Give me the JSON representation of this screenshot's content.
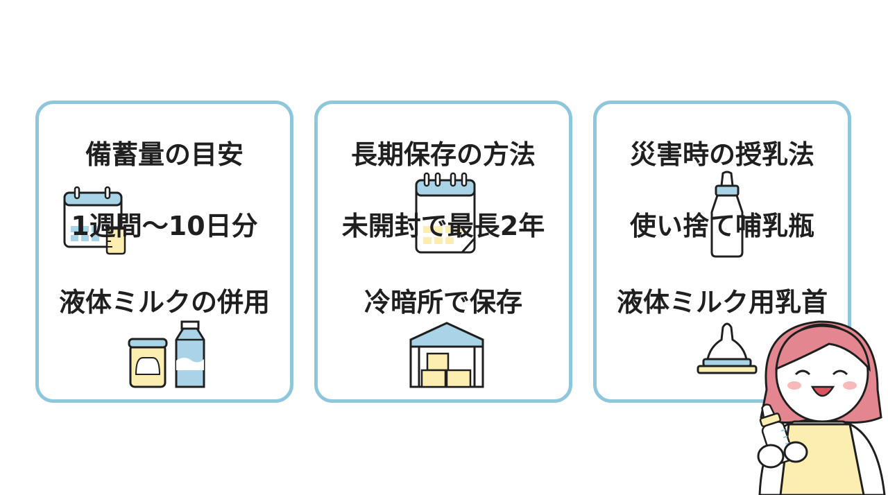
{
  "cards": [
    {
      "title": "備蓄量の目安",
      "line1": "1週間〜10日分",
      "line2": "液体ミルクの併用",
      "icons": [
        "calendar-measuring-cup-icon",
        "formula-can-icon",
        "milk-carton-icon"
      ]
    },
    {
      "title": "長期保存の方法",
      "line1": "未開封で最長2年",
      "line2": "冷暗所で保存",
      "icons": [
        "calendar-icon",
        "warehouse-boxes-icon"
      ]
    },
    {
      "title": "災害時の授乳法",
      "line1": "使い捨て哺乳瓶",
      "line2": "液体ミルク用乳首",
      "icons": [
        "baby-bottle-icon",
        "nipple-icon"
      ]
    }
  ],
  "colors": {
    "card_border": "#8ec6dc",
    "accent_blue": "#a9d3e6",
    "accent_yellow": "#fbeeb0",
    "hair": "#e4868f",
    "apron": "#fbeeb0"
  }
}
